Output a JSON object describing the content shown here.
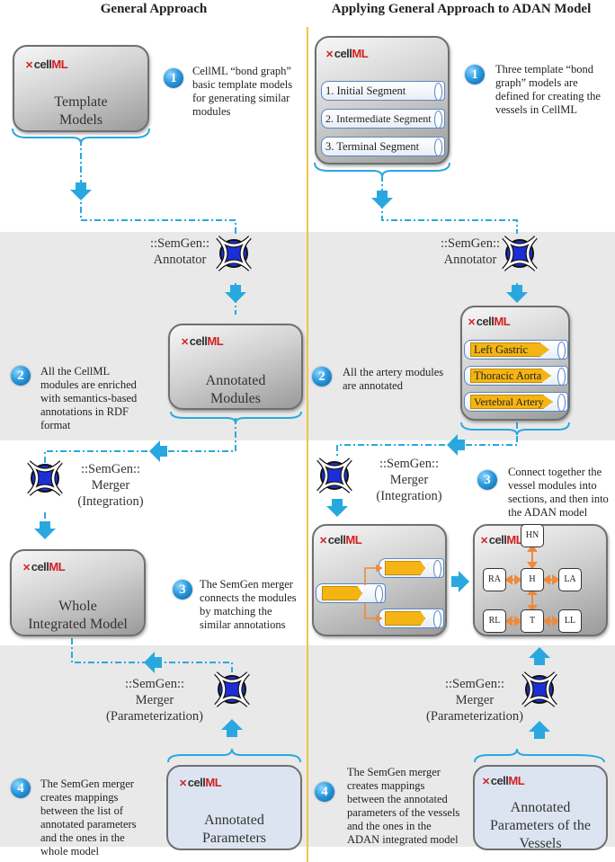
{
  "titles": {
    "left": "General Approach",
    "right": "Applying General Approach to ADAN Model"
  },
  "logo": {
    "prefix": "cell",
    "suffix": "ML"
  },
  "tools": {
    "annotator": {
      "line1": "::SemGen::",
      "line2": "Annotator"
    },
    "merger_integration": {
      "line1": "::SemGen::",
      "line2": "Merger",
      "line3": "(Integration)"
    },
    "merger_parameterization": {
      "line1": "::SemGen::",
      "line2": "Merger",
      "line3": "(Parameterization)"
    }
  },
  "left": {
    "step1": {
      "number": "1",
      "text": "CellML “bond graph” basic template models for generating similar modules",
      "box": "Template Models"
    },
    "step2": {
      "number": "2",
      "text": "All the CellML modules are enriched with semantics-based annotations in RDF format",
      "box": "Annotated Modules"
    },
    "step3": {
      "number": "3",
      "text": "The SemGen merger connects the modules by matching the similar annotations",
      "box": "Whole Integrated Model"
    },
    "step4": {
      "number": "4",
      "text": "The SemGen merger creates mappings between the list of annotated parameters and the ones in the whole model",
      "box": "Annotated Parameters"
    }
  },
  "right": {
    "step1": {
      "number": "1",
      "text": "Three template “bond graph” models are defined for creating the vessels in CellML",
      "segments": [
        "1. Initial Segment",
        "2. Intermediate Segment",
        "3. Terminal Segment"
      ]
    },
    "step2": {
      "number": "2",
      "text": "All the artery modules are annotated",
      "arteries": [
        "Left Gastric",
        "Thoracic Aorta",
        "Vertebral Artery"
      ]
    },
    "step3": {
      "number": "3",
      "text": "Connect together the vessel modules into sections, and then into the ADAN model",
      "nodes": [
        "HN",
        "RA",
        "H",
        "LA",
        "RL",
        "T",
        "LL"
      ]
    },
    "step4": {
      "number": "4",
      "text": "The SemGen merger creates mappings between the annotated parameters of the vessels and the ones in the ADAN integrated model",
      "box": "Annotated Parameters of the Vessels"
    }
  },
  "colors": {
    "flow_blue": "#29a8e0",
    "connector_orange": "#ef8a3c",
    "divider_gold": "#f2c24a",
    "band_gray": "#e9e9e9",
    "tag_yellow": "#f4b413"
  }
}
